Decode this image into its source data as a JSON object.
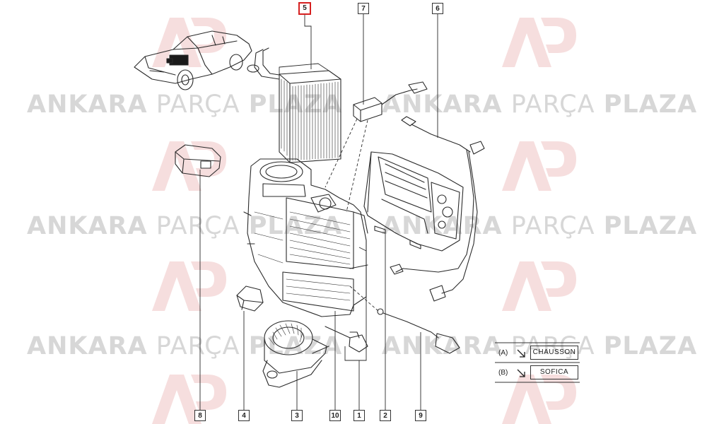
{
  "watermark": {
    "brand_bold_1": "ANKARA",
    "brand_light": "PARÇA",
    "brand_bold_2": "PLAZA",
    "logo_letters": "AP",
    "logo_color": "#e8b4b4",
    "text_color": "#d7d7d7"
  },
  "callouts": [
    {
      "id": "5",
      "active": true
    },
    {
      "id": "7",
      "active": false
    },
    {
      "id": "6",
      "active": false
    },
    {
      "id": "8",
      "active": false
    },
    {
      "id": "4",
      "active": false
    },
    {
      "id": "3",
      "active": false
    },
    {
      "id": "10",
      "active": false
    },
    {
      "id": "1",
      "active": false
    },
    {
      "id": "2",
      "active": false
    },
    {
      "id": "9",
      "active": false
    }
  ],
  "legend": [
    {
      "key": "(A)",
      "label": "CHAUSSON"
    },
    {
      "key": "(B)",
      "label": "SOFICA"
    }
  ],
  "colors": {
    "line": "#333333",
    "highlight": "#d62020"
  }
}
